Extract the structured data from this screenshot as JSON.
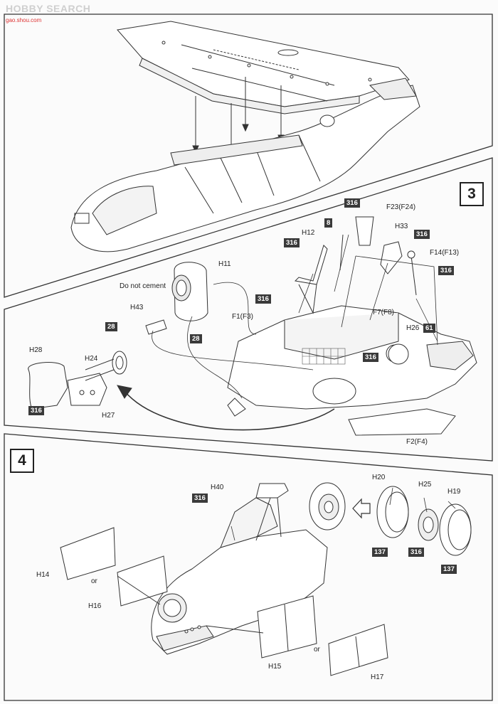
{
  "watermark": {
    "text": "HOBBY SEARCH",
    "sub": "gao.shou.com"
  },
  "steps": {
    "step3": "3",
    "step4": "4"
  },
  "step3": {
    "parts": {
      "h11": "H11",
      "h12": "H12",
      "h33": "H33",
      "f23": "F23(F24)",
      "f14": "F14(F13)",
      "f1": "F1(F3)",
      "f7": "F7(F8)",
      "h26": "H26",
      "h43": "H43",
      "h28": "H28",
      "h24": "H24",
      "h27": "H27",
      "f2": "F2(F4)"
    },
    "note_do_not_cement": "Do not cement",
    "tags": {
      "t316_top": "316",
      "t8": "8",
      "t316_h33": "316",
      "t316_h12": "316",
      "t316_f14": "316",
      "t28_a": "28",
      "t28_b": "28",
      "t316_floor": "316",
      "t316_mid": "316",
      "t61": "61",
      "t316_h27": "316"
    }
  },
  "step4": {
    "parts": {
      "h40": "H40",
      "h20": "H20",
      "h25": "H25",
      "h19": "H19",
      "h14": "H14",
      "h16": "H16",
      "h15": "H15",
      "h17": "H17",
      "or1": "or",
      "or2": "or"
    },
    "tags": {
      "t316_h40": "316",
      "t137_a": "137",
      "t316_hub": "316",
      "t137_b": "137"
    }
  }
}
